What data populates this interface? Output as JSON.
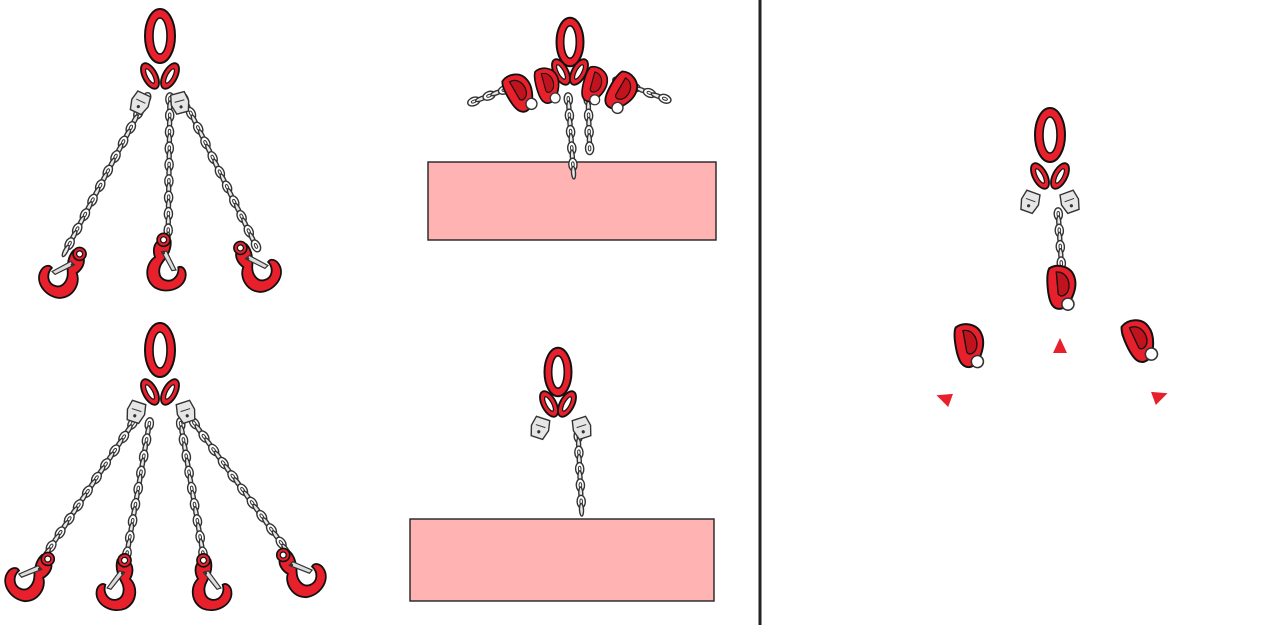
{
  "page": {
    "background": "#ffffff"
  },
  "colors": {
    "ring_fill": "#e8202b",
    "ring_outline": "#111111",
    "chain_fill": "#ffffff",
    "chain_outline": "#333333",
    "load_fill": "#ffb3b3",
    "load_outline": "#222222",
    "divider": "#222222",
    "arrow": "#e8202b"
  },
  "panels": [
    {
      "id": "three-leg-sling",
      "legs": 3,
      "end_fitting": "hook",
      "shows_load": false
    },
    {
      "id": "three-leg-choker-with-load",
      "legs": 3,
      "end_fitting": "hook",
      "shows_load": true
    },
    {
      "id": "four-leg-sling",
      "legs": 4,
      "end_fitting": "hook",
      "shows_load": false
    },
    {
      "id": "two-leg-basket-with-load",
      "legs": 2,
      "end_fitting": "basket-loop",
      "shows_load": true
    },
    {
      "id": "three-leg-adjustable-loop-sling",
      "legs": 3,
      "end_fitting": "shortening-clutch-loop",
      "shows_load": false
    }
  ],
  "icons": {
    "master_link": "master-link-icon",
    "hook": "safety-hook-icon",
    "clutch": "shortening-clutch-icon",
    "direction_arrow": "triangle-arrow-icon"
  }
}
